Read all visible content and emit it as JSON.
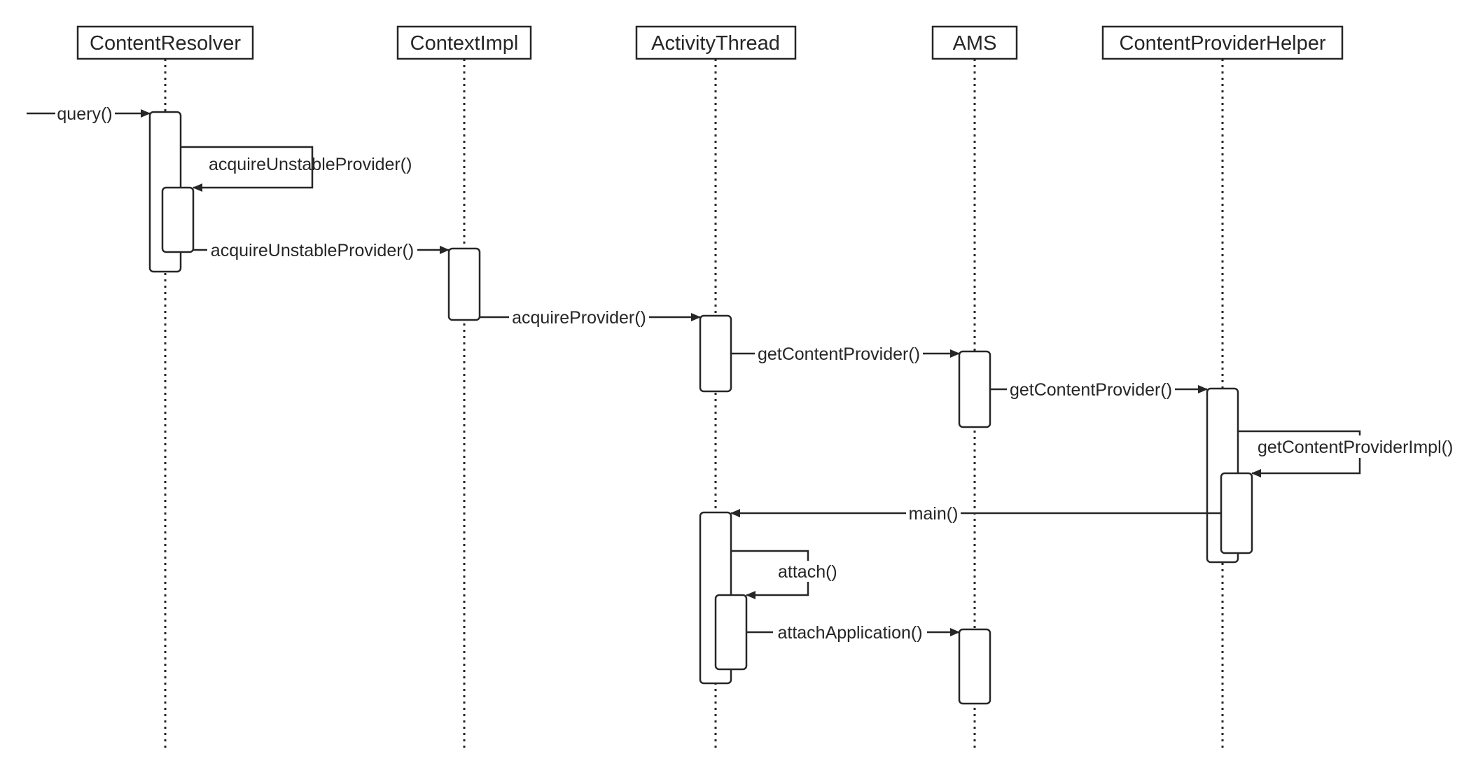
{
  "participants": [
    {
      "id": "cr",
      "label": "ContentResolver"
    },
    {
      "id": "ci",
      "label": "ContextImpl"
    },
    {
      "id": "at",
      "label": "ActivityThread"
    },
    {
      "id": "ams",
      "label": "AMS"
    },
    {
      "id": "cph",
      "label": "ContentProviderHelper"
    }
  ],
  "messages": [
    {
      "id": "query",
      "label": "query()",
      "from": "external",
      "to": "ContentResolver"
    },
    {
      "id": "acquire-unstable-self",
      "label": "acquireUnstableProvider()",
      "from": "ContentResolver",
      "to": "ContentResolver"
    },
    {
      "id": "acquire-unstable",
      "label": "acquireUnstableProvider()",
      "from": "ContentResolver",
      "to": "ContextImpl"
    },
    {
      "id": "acquire-provider",
      "label": "acquireProvider()",
      "from": "ContextImpl",
      "to": "ActivityThread"
    },
    {
      "id": "get-content-provider-1",
      "label": "getContentProvider()",
      "from": "ActivityThread",
      "to": "AMS"
    },
    {
      "id": "get-content-provider-2",
      "label": "getContentProvider()",
      "from": "AMS",
      "to": "ContentProviderHelper"
    },
    {
      "id": "get-content-provider-impl",
      "label": "getContentProviderImpl()",
      "from": "ContentProviderHelper",
      "to": "ContentProviderHelper"
    },
    {
      "id": "main",
      "label": "main()",
      "from": "ContentProviderHelper",
      "to": "ActivityThread"
    },
    {
      "id": "attach",
      "label": "attach()",
      "from": "ActivityThread",
      "to": "ActivityThread"
    },
    {
      "id": "attach-application",
      "label": "attachApplication()",
      "from": "ActivityThread",
      "to": "AMS"
    }
  ]
}
